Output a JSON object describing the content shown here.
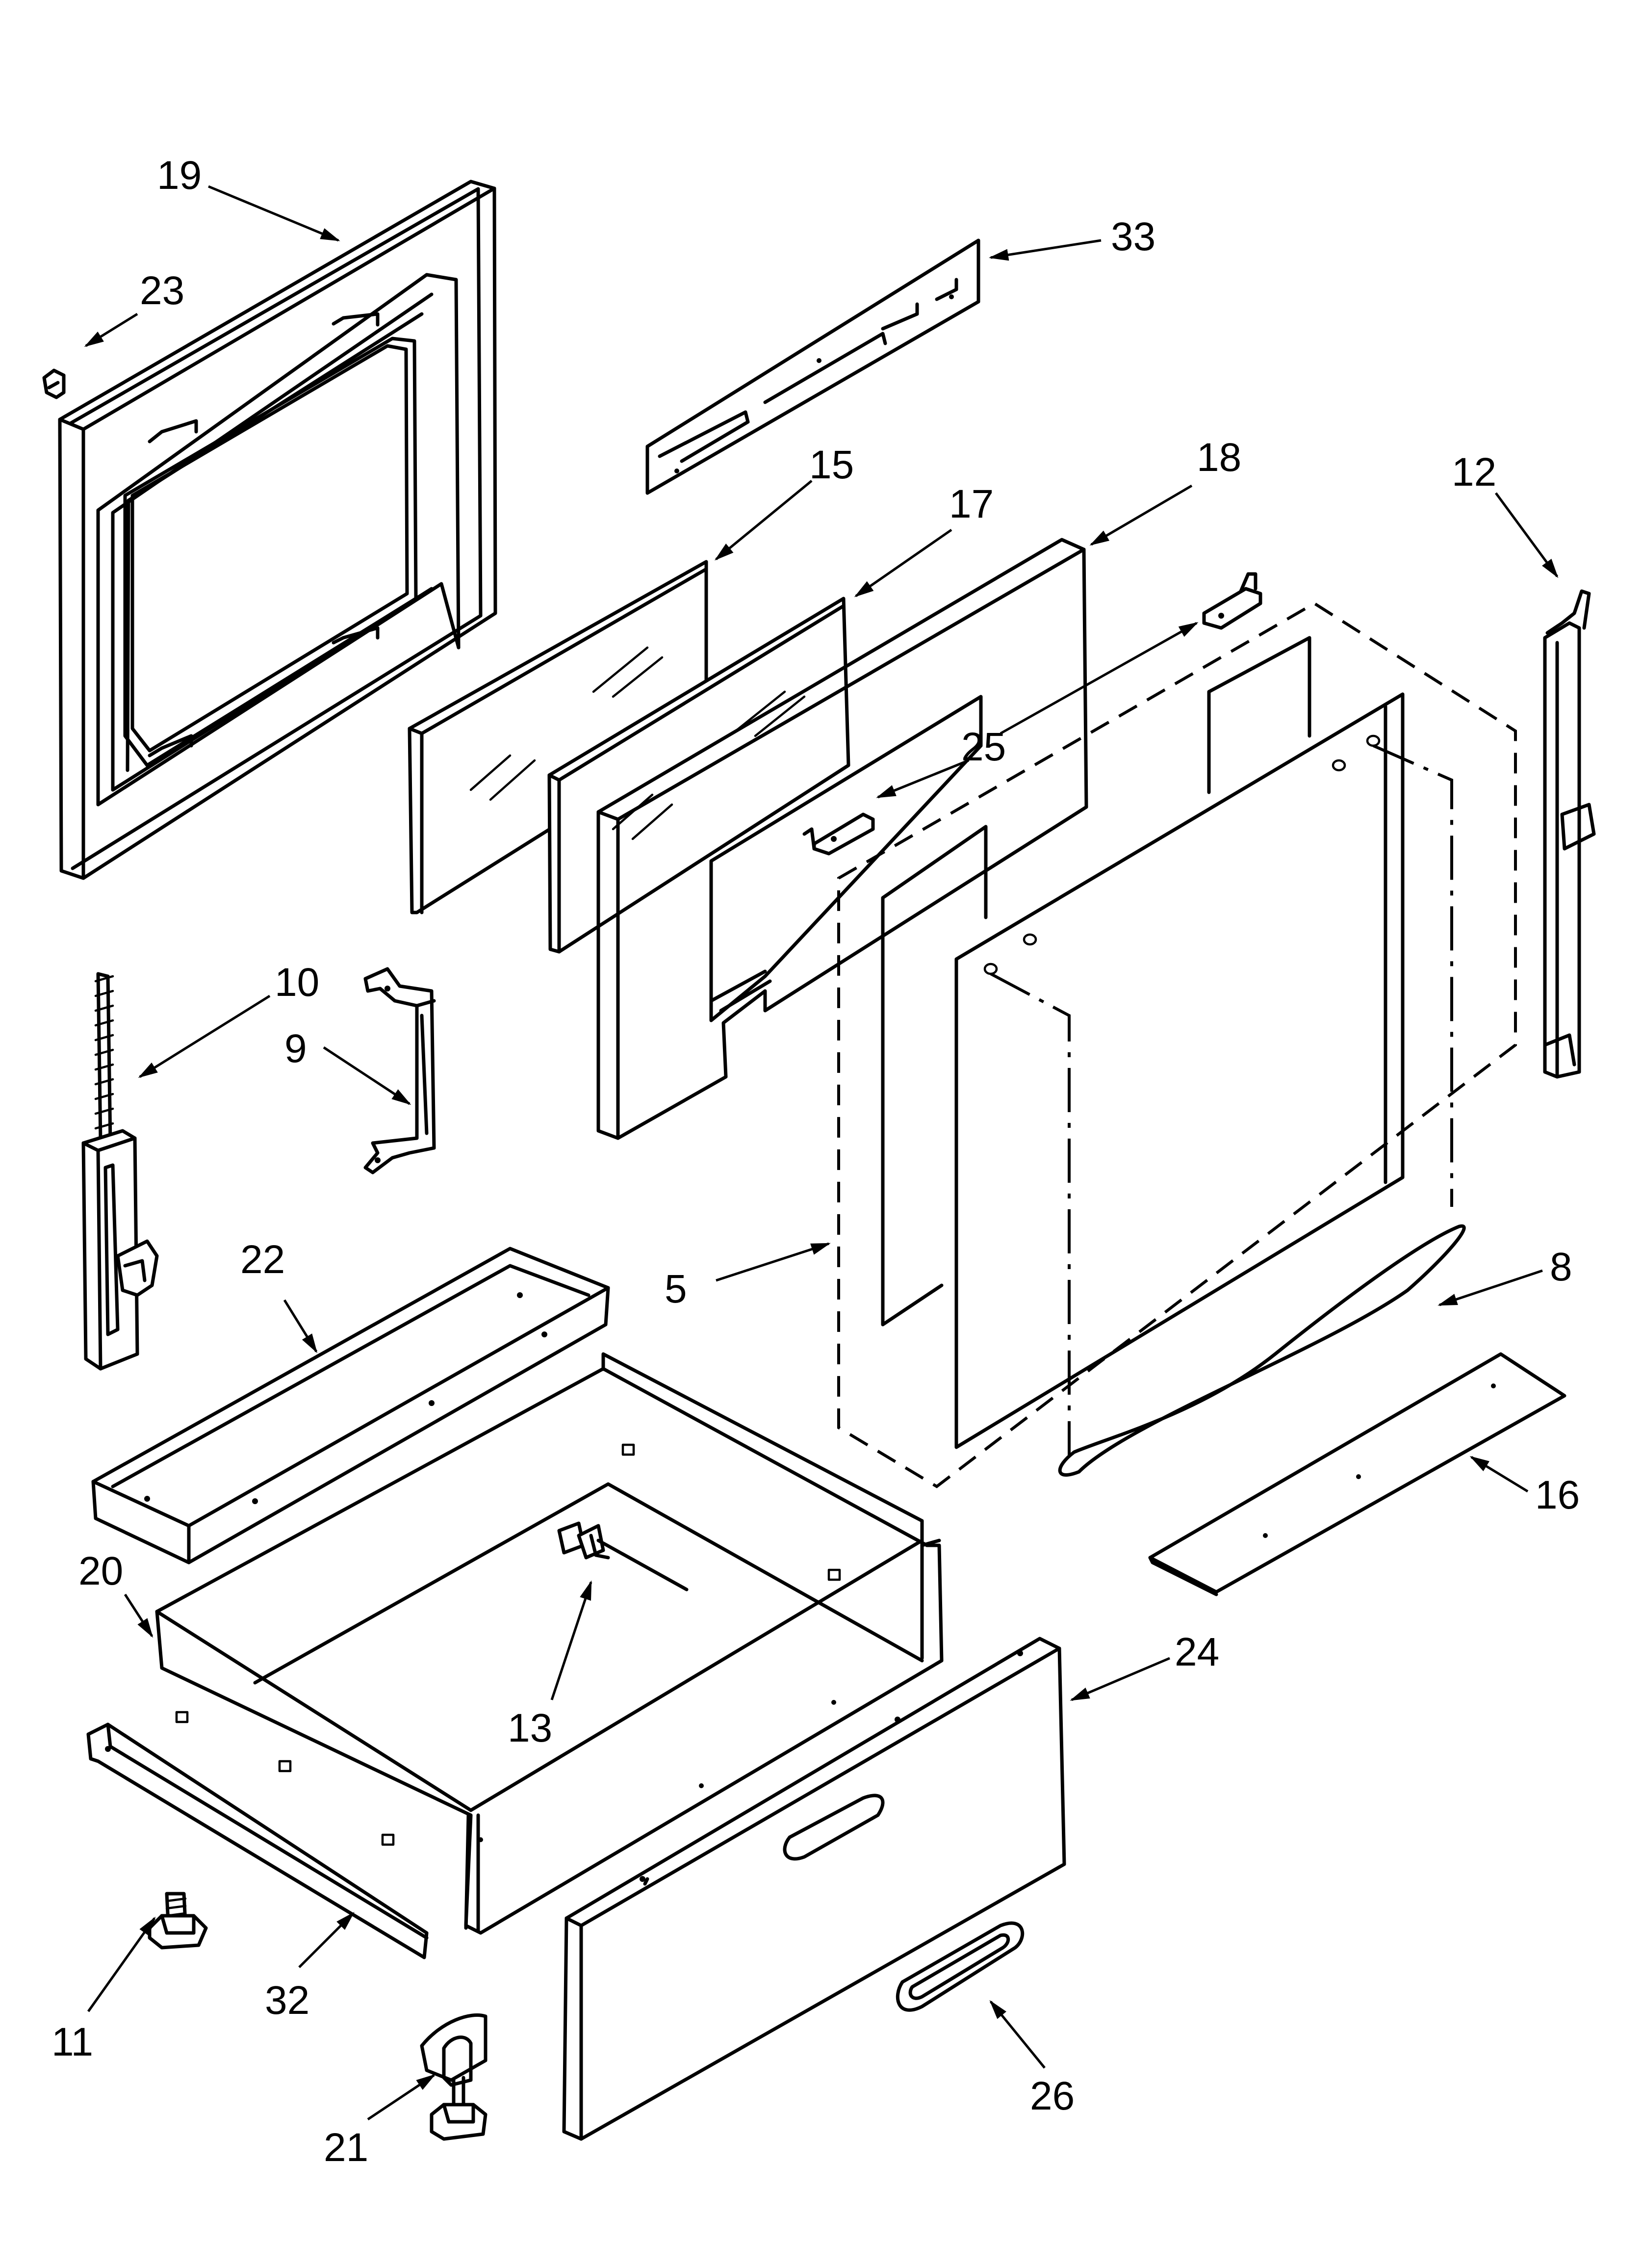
{
  "diagram": {
    "callouts": [
      {
        "id": "19",
        "text": "19"
      },
      {
        "id": "23",
        "text": "23"
      },
      {
        "id": "33",
        "text": "33"
      },
      {
        "id": "15",
        "text": "15"
      },
      {
        "id": "17",
        "text": "17"
      },
      {
        "id": "18",
        "text": "18"
      },
      {
        "id": "12",
        "text": "12"
      },
      {
        "id": "25",
        "text": "25"
      },
      {
        "id": "10",
        "text": "10"
      },
      {
        "id": "9",
        "text": "9"
      },
      {
        "id": "22",
        "text": "22"
      },
      {
        "id": "5",
        "text": "5"
      },
      {
        "id": "8",
        "text": "8"
      },
      {
        "id": "16",
        "text": "16"
      },
      {
        "id": "20",
        "text": "20"
      },
      {
        "id": "13",
        "text": "13"
      },
      {
        "id": "24",
        "text": "24"
      },
      {
        "id": "11",
        "text": "11"
      },
      {
        "id": "32",
        "text": "32"
      },
      {
        "id": "21",
        "text": "21"
      },
      {
        "id": "26",
        "text": "26"
      }
    ]
  }
}
